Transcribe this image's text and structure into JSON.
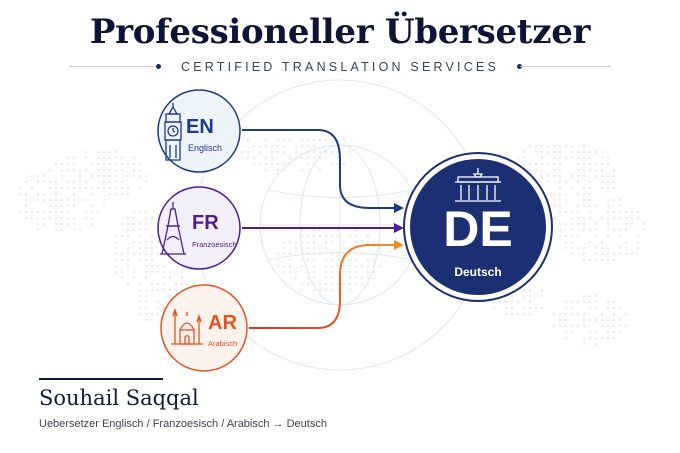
{
  "header": {
    "title": "Professioneller Übersetzer",
    "subtitle": "CERTIFIED TRANSLATION SERVICES"
  },
  "sources": [
    {
      "code": "EN",
      "name": "Englisch",
      "icon": "big-ben-icon",
      "color": "#1e3a8a",
      "fill": "#eef4fc"
    },
    {
      "code": "FR",
      "name": "Franzoesisch",
      "icon": "eiffel-tower-icon",
      "color": "#4c1d95",
      "fill": "#f4f0fb"
    },
    {
      "code": "AR",
      "name": "Arabisch",
      "icon": "mosque-icon",
      "color": "#e8521f",
      "fill": "#fdf2ec"
    }
  ],
  "target": {
    "code": "DE",
    "name": "Deutsch",
    "icon": "brandenburg-gate-icon",
    "color": "#1b2f72"
  },
  "author": {
    "name": "Souhail Saqqal",
    "tagline": "Uebersetzer Englisch / Franzoesisch / Arabisch → Deutsch"
  }
}
